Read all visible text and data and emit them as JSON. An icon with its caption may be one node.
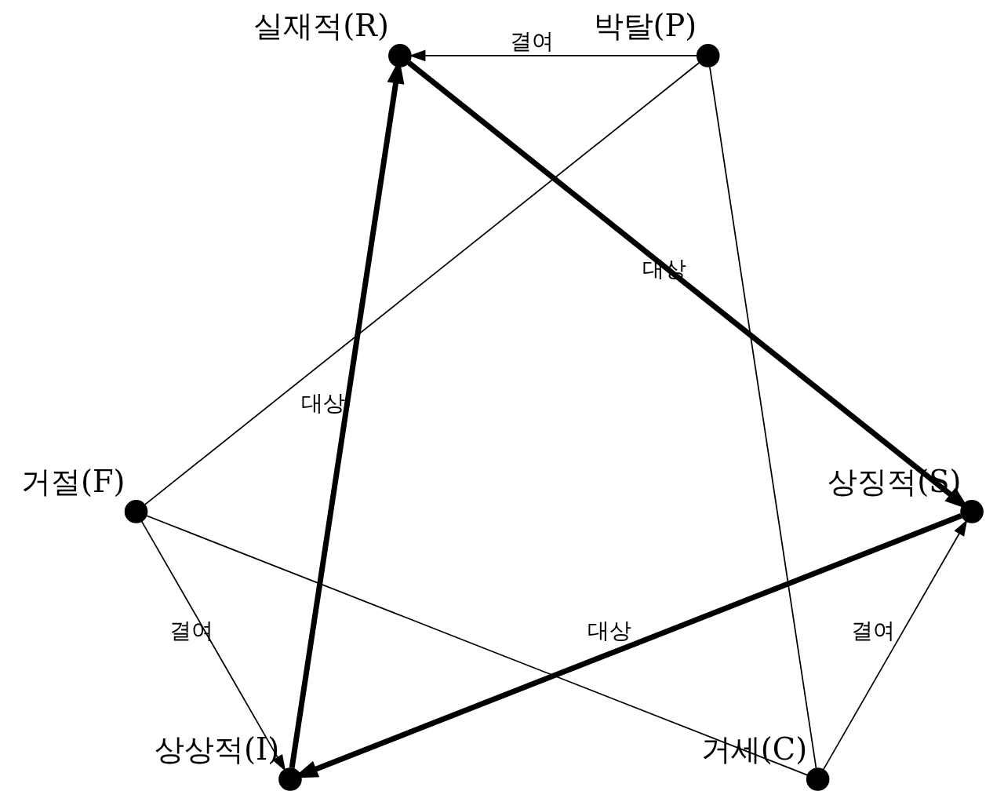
{
  "diagram": {
    "nodes": [
      {
        "text": [],
        "shape": "circle",
        "beside": [
          "상징적(S)"
        ]
      },
      {
        "text": [],
        "shape": "circle",
        "beside": [
          "박탈(P)"
        ]
      },
      {
        "text": [],
        "shape": "circle",
        "beside": [
          "거세(C)"
        ]
      },
      {
        "text": [],
        "shape": "circle",
        "beside": [
          "상상적(I)"
        ]
      },
      {
        "text": [],
        "shape": "circle",
        "beside": [
          "실재적(R)"
        ]
      },
      {
        "text": [],
        "shape": "circle",
        "beside": [
          "거절(F)"
        ]
      }
    ],
    "edges": [
      {
        "from": 4,
        "to": 0,
        "arrow": "to",
        "label": "대상",
        "style": "thick"
      },
      {
        "from": 0,
        "to": 3,
        "arrow": "to",
        "label": "대상",
        "style": "thick"
      },
      {
        "from": 3,
        "to": 4,
        "arrow": "to",
        "label": "대상",
        "style": "thick"
      },
      {
        "from": 1,
        "to": 2,
        "arrow": "none"
      },
      {
        "from": 1,
        "to": 5,
        "arrow": "none"
      },
      {
        "from": 2,
        "to": 5,
        "arrow": "none"
      },
      {
        "from": 2,
        "to": 0,
        "arrow": "to",
        "label": "결여"
      },
      {
        "from": 1,
        "to": 4,
        "arrow": "to",
        "label": "결여"
      },
      {
        "from": 5,
        "to": 3,
        "arrow": "to",
        "label": "결여"
      }
    ]
  }
}
